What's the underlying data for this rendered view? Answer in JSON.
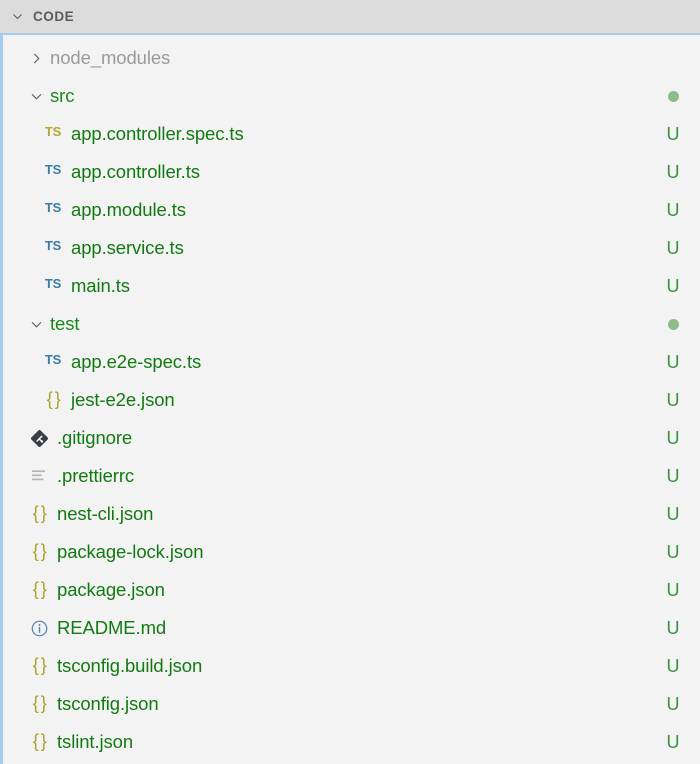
{
  "header": {
    "title": "CODE",
    "chevron_icon": "chevron-down-icon",
    "expanded": true
  },
  "colors": {
    "header_bg": "#dcdcdc",
    "header_text": "#5a5a5a",
    "tree_bg": "#f3f3f3",
    "focus_border": "#a4cbec",
    "untracked_green": "#137a13",
    "folder_green": "#1a8a1a",
    "ignored_gray": "#9b9b9b",
    "status_green": "#3a9142",
    "status_dot_green": "#8cbb8c",
    "ts_blue": "#3c7ba8",
    "ts_olive": "#b5a832",
    "json_olive": "#aaa226",
    "git_icon_dark": "#3a3f45",
    "info_icon_blue": "#5b88b8",
    "chevron_gray": "#616161"
  },
  "tree": {
    "items": [
      {
        "label": "node_modules",
        "kind": "folder",
        "level": 0,
        "expanded": false,
        "twisty_icon": "chevron-right-icon",
        "label_color": "c-gray",
        "status": "",
        "status_type": "none"
      },
      {
        "label": "src",
        "kind": "folder",
        "level": 0,
        "expanded": true,
        "twisty_icon": "chevron-down-icon",
        "label_color": "c-green-b",
        "status": "",
        "status_type": "dot"
      },
      {
        "label": "app.controller.spec.ts",
        "kind": "file",
        "level": 1,
        "icon": "typescript-test-icon",
        "icon_text": "TS",
        "icon_class": "ts-olive",
        "label_color": "c-green",
        "status": "U",
        "status_type": "letter"
      },
      {
        "label": "app.controller.ts",
        "kind": "file",
        "level": 1,
        "icon": "typescript-icon",
        "icon_text": "TS",
        "icon_class": "ts-blue",
        "label_color": "c-green",
        "status": "U",
        "status_type": "letter"
      },
      {
        "label": "app.module.ts",
        "kind": "file",
        "level": 1,
        "icon": "typescript-icon",
        "icon_text": "TS",
        "icon_class": "ts-blue",
        "label_color": "c-green",
        "status": "U",
        "status_type": "letter"
      },
      {
        "label": "app.service.ts",
        "kind": "file",
        "level": 1,
        "icon": "typescript-icon",
        "icon_text": "TS",
        "icon_class": "ts-blue",
        "label_color": "c-green",
        "status": "U",
        "status_type": "letter"
      },
      {
        "label": "main.ts",
        "kind": "file",
        "level": 1,
        "icon": "typescript-icon",
        "icon_text": "TS",
        "icon_class": "ts-blue",
        "label_color": "c-green",
        "status": "U",
        "status_type": "letter"
      },
      {
        "label": "test",
        "kind": "folder",
        "level": 0,
        "expanded": true,
        "twisty_icon": "chevron-down-icon",
        "label_color": "c-green-b",
        "status": "",
        "status_type": "dot"
      },
      {
        "label": "app.e2e-spec.ts",
        "kind": "file",
        "level": 1,
        "icon": "typescript-icon",
        "icon_text": "TS",
        "icon_class": "ts-blue",
        "label_color": "c-green",
        "status": "U",
        "status_type": "letter"
      },
      {
        "label": "jest-e2e.json",
        "kind": "file",
        "level": 1,
        "icon": "json-icon",
        "icon_text": "{ }",
        "icon_class": "json",
        "label_color": "c-green",
        "status": "U",
        "status_type": "letter"
      },
      {
        "label": ".gitignore",
        "kind": "file",
        "level": 0,
        "icon": "git-icon",
        "icon_text": "",
        "icon_class": "git",
        "label_color": "c-green",
        "status": "U",
        "status_type": "letter"
      },
      {
        "label": ".prettierrc",
        "kind": "file",
        "level": 0,
        "icon": "config-lines-icon",
        "icon_text": "",
        "icon_class": "lines",
        "label_color": "c-green",
        "status": "U",
        "status_type": "letter"
      },
      {
        "label": "nest-cli.json",
        "kind": "file",
        "level": 0,
        "icon": "json-icon",
        "icon_text": "{ }",
        "icon_class": "json",
        "label_color": "c-green",
        "status": "U",
        "status_type": "letter"
      },
      {
        "label": "package-lock.json",
        "kind": "file",
        "level": 0,
        "icon": "json-icon",
        "icon_text": "{ }",
        "icon_class": "json",
        "label_color": "c-green",
        "status": "U",
        "status_type": "letter"
      },
      {
        "label": "package.json",
        "kind": "file",
        "level": 0,
        "icon": "json-icon",
        "icon_text": "{ }",
        "icon_class": "json",
        "label_color": "c-green",
        "status": "U",
        "status_type": "letter"
      },
      {
        "label": "README.md",
        "kind": "file",
        "level": 0,
        "icon": "info-circle-icon",
        "icon_text": "",
        "icon_class": "info",
        "label_color": "c-green",
        "status": "U",
        "status_type": "letter"
      },
      {
        "label": "tsconfig.build.json",
        "kind": "file",
        "level": 0,
        "icon": "json-icon",
        "icon_text": "{ }",
        "icon_class": "json",
        "label_color": "c-green",
        "status": "U",
        "status_type": "letter"
      },
      {
        "label": "tsconfig.json",
        "kind": "file",
        "level": 0,
        "icon": "json-icon",
        "icon_text": "{ }",
        "icon_class": "json",
        "label_color": "c-green",
        "status": "U",
        "status_type": "letter"
      },
      {
        "label": "tslint.json",
        "kind": "file",
        "level": 0,
        "icon": "json-icon",
        "icon_text": "{ }",
        "icon_class": "json",
        "label_color": "c-green",
        "status": "U",
        "status_type": "letter"
      }
    ]
  }
}
